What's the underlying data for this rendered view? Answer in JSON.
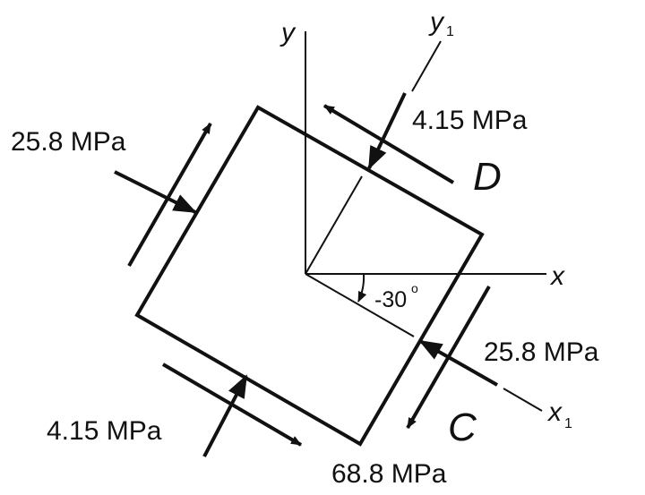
{
  "stresses": {
    "left": "25.8 MPa",
    "top": "4.15 MPa",
    "right": "25.8 MPa",
    "bottom_left": "4.15 MPa",
    "bottom": "68.8 MPa"
  },
  "axes": {
    "y": "y",
    "y1": "y",
    "y1_sub": "1",
    "x": "x",
    "x1": "x",
    "x1_sub": "1"
  },
  "points": {
    "D": "D",
    "C": "C"
  },
  "angle": {
    "value": "-30",
    "unit": "o"
  },
  "colors": {
    "ink": "#111111",
    "background": "#ffffff"
  }
}
